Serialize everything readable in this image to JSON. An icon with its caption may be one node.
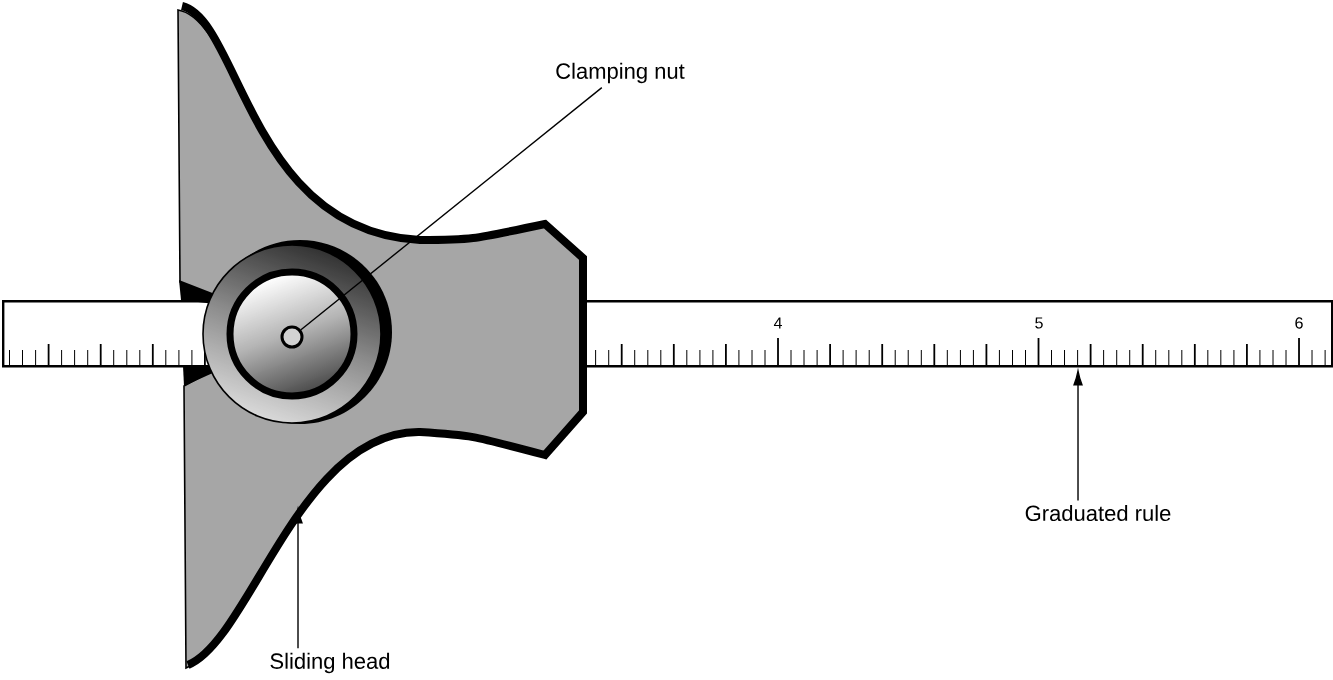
{
  "diagram": {
    "nodes": [
      {
        "text": [
          "Clamping nut"
        ]
      },
      {
        "text": [],
        "shape": "circle"
      },
      {
        "text": [
          "Graduated rule"
        ]
      },
      {
        "text": [],
        "shape": "bar"
      },
      {
        "text": [
          "Sliding head"
        ]
      },
      {
        "text": [],
        "shape": "picture"
      }
    ],
    "edges": [
      {
        "from": 0,
        "to": 1,
        "arrow": "none"
      },
      {
        "from": 2,
        "to": 3,
        "arrow": "to"
      },
      {
        "from": 4,
        "to": 5,
        "arrow": "to"
      }
    ],
    "labels": [
      "4",
      "5",
      "6"
    ]
  }
}
